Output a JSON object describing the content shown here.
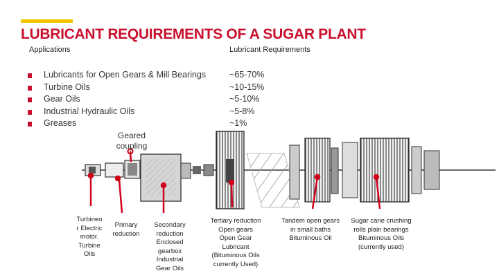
{
  "title": "LUBRICANT REQUIREMENTS OF A SUGAR PLANT",
  "columns": {
    "applications": "Applications",
    "requirements": "Lubricant Requirements"
  },
  "applications": [
    "Lubricants for Open Gears & Mill Bearings",
    "Turbine Oils",
    "Gear Oils",
    "Industrial Hydraulic Oils",
    "Greases"
  ],
  "requirements": [
    "~65-70%",
    "~10-15%",
    "~5-10%",
    "~5-8%",
    "~1%"
  ],
  "diagram": {
    "geared_coupling": [
      "Geared",
      "coupling"
    ],
    "turbine": [
      "Turbineo",
      "r Electric",
      "motor.",
      "Turbine",
      "Oils"
    ],
    "primary": [
      "Primary",
      "reduction"
    ],
    "secondary": [
      "Secondary",
      "reduction",
      "Enclosed",
      "gearbox",
      "Industrial",
      "Gear Oils"
    ],
    "tertiary": [
      "Tertiary reduction",
      "Open gears",
      "Open Gear",
      "Lubricant",
      "(Bituminous Oils",
      "currently Used)"
    ],
    "tandem": [
      "Tandem open gears",
      "in small baths",
      "Bituminous Oil"
    ],
    "crushing": [
      "Sugar cane crushing",
      "rolls plain bearings",
      "Bituminous Oils",
      "(currently used)"
    ]
  },
  "colors": {
    "accent_yellow": "#f2c300",
    "title_red": "#c8102e",
    "pointer_red": "#d0021b"
  }
}
